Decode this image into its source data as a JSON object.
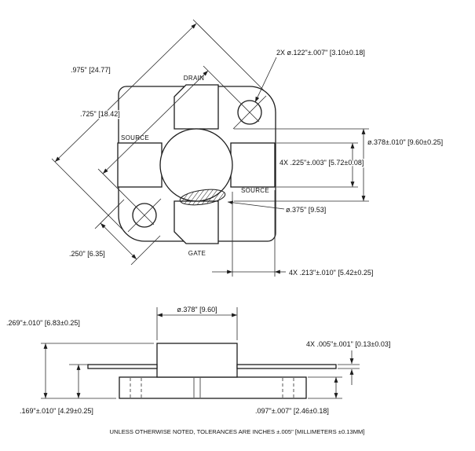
{
  "top_view": {
    "lead_labels": {
      "drain": "DRAIN",
      "source_left": "SOURCE",
      "source_right": "SOURCE",
      "gate": "GATE"
    },
    "dims": {
      "flange_diagonal": ".975\" [24.77]",
      "hole_spacing": ".725\" [18.42]",
      "mounting_holes": "2X ø.122\"±.007\" [3.10±0.18]",
      "cap_diameter_tol": "ø.378±.010\" [9.60±0.25]",
      "lead_width": "4X .225\"±.003\" [5.72±0.08]",
      "cap_diameter": "ø.375\" [9.53]",
      "lobe_width": ".250\" [6.35]",
      "lead_length": "4X .213\"±.010\" [5.42±0.25]"
    }
  },
  "side_view": {
    "dims": {
      "cap_diameter": "ø.378\" [9.60]",
      "overall_height": ".269\"±.010\" [6.83±0.25]",
      "lead_thickness": "4X .005\"±.001\" [0.13±0.03]",
      "seating_height": ".169\"±.010\" [4.29±0.25]",
      "flange_thickness": ".097\"±.007\" [2.46±0.18]"
    }
  },
  "footnote": "UNLESS OTHERWISE NOTED, TOLERANCES ARE INCHES ±.005\" [MILLIMETERS ±0.13MM]"
}
